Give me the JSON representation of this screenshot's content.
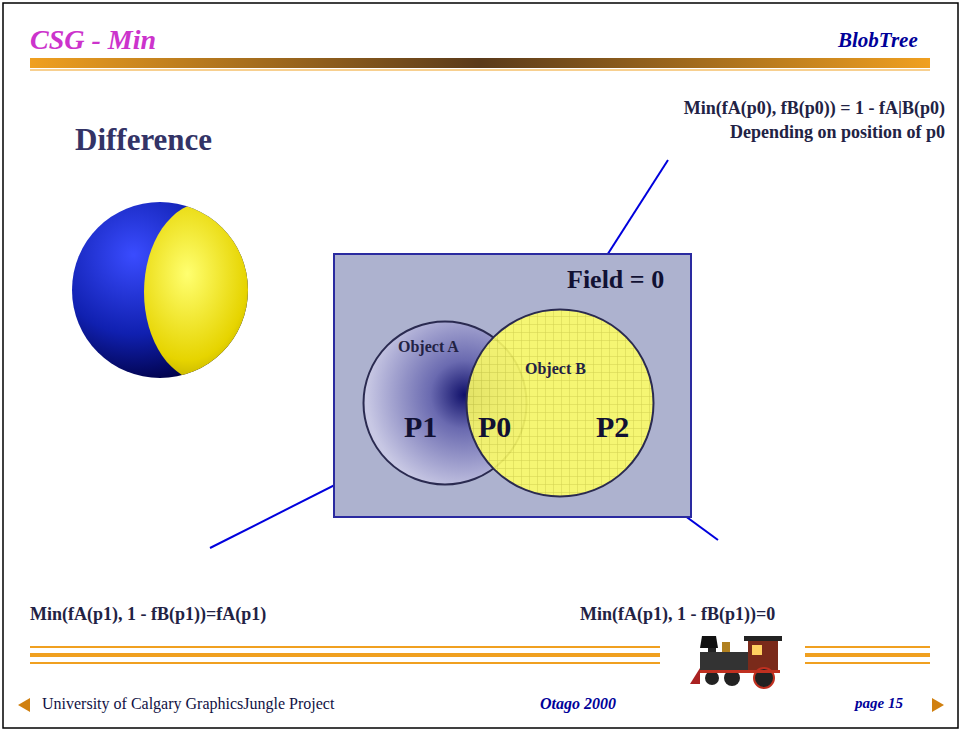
{
  "diagram": {
    "title": "CSG - Min",
    "nodes": [
      {
        "text": [
          "Field = 0"
        ]
      },
      {
        "text": [
          "Object A"
        ],
        "in": 0
      },
      {
        "text": [
          "Object B"
        ],
        "in": 0
      }
    ],
    "labels": [
      "BlobTree",
      "Difference",
      "Min(fA(p0), fB(p0)) = 1 - fA|B(p0)",
      "Depending on position of p0",
      "P1",
      "P0",
      "P2",
      "Min(fA(p1), 1 - fB(p1))=fA(p1)",
      "Min(fA(p1), 1 - fB(p1))=0",
      "University of Calgary GraphicsJungle Project",
      "Otago 2000",
      "page 15"
    ]
  }
}
